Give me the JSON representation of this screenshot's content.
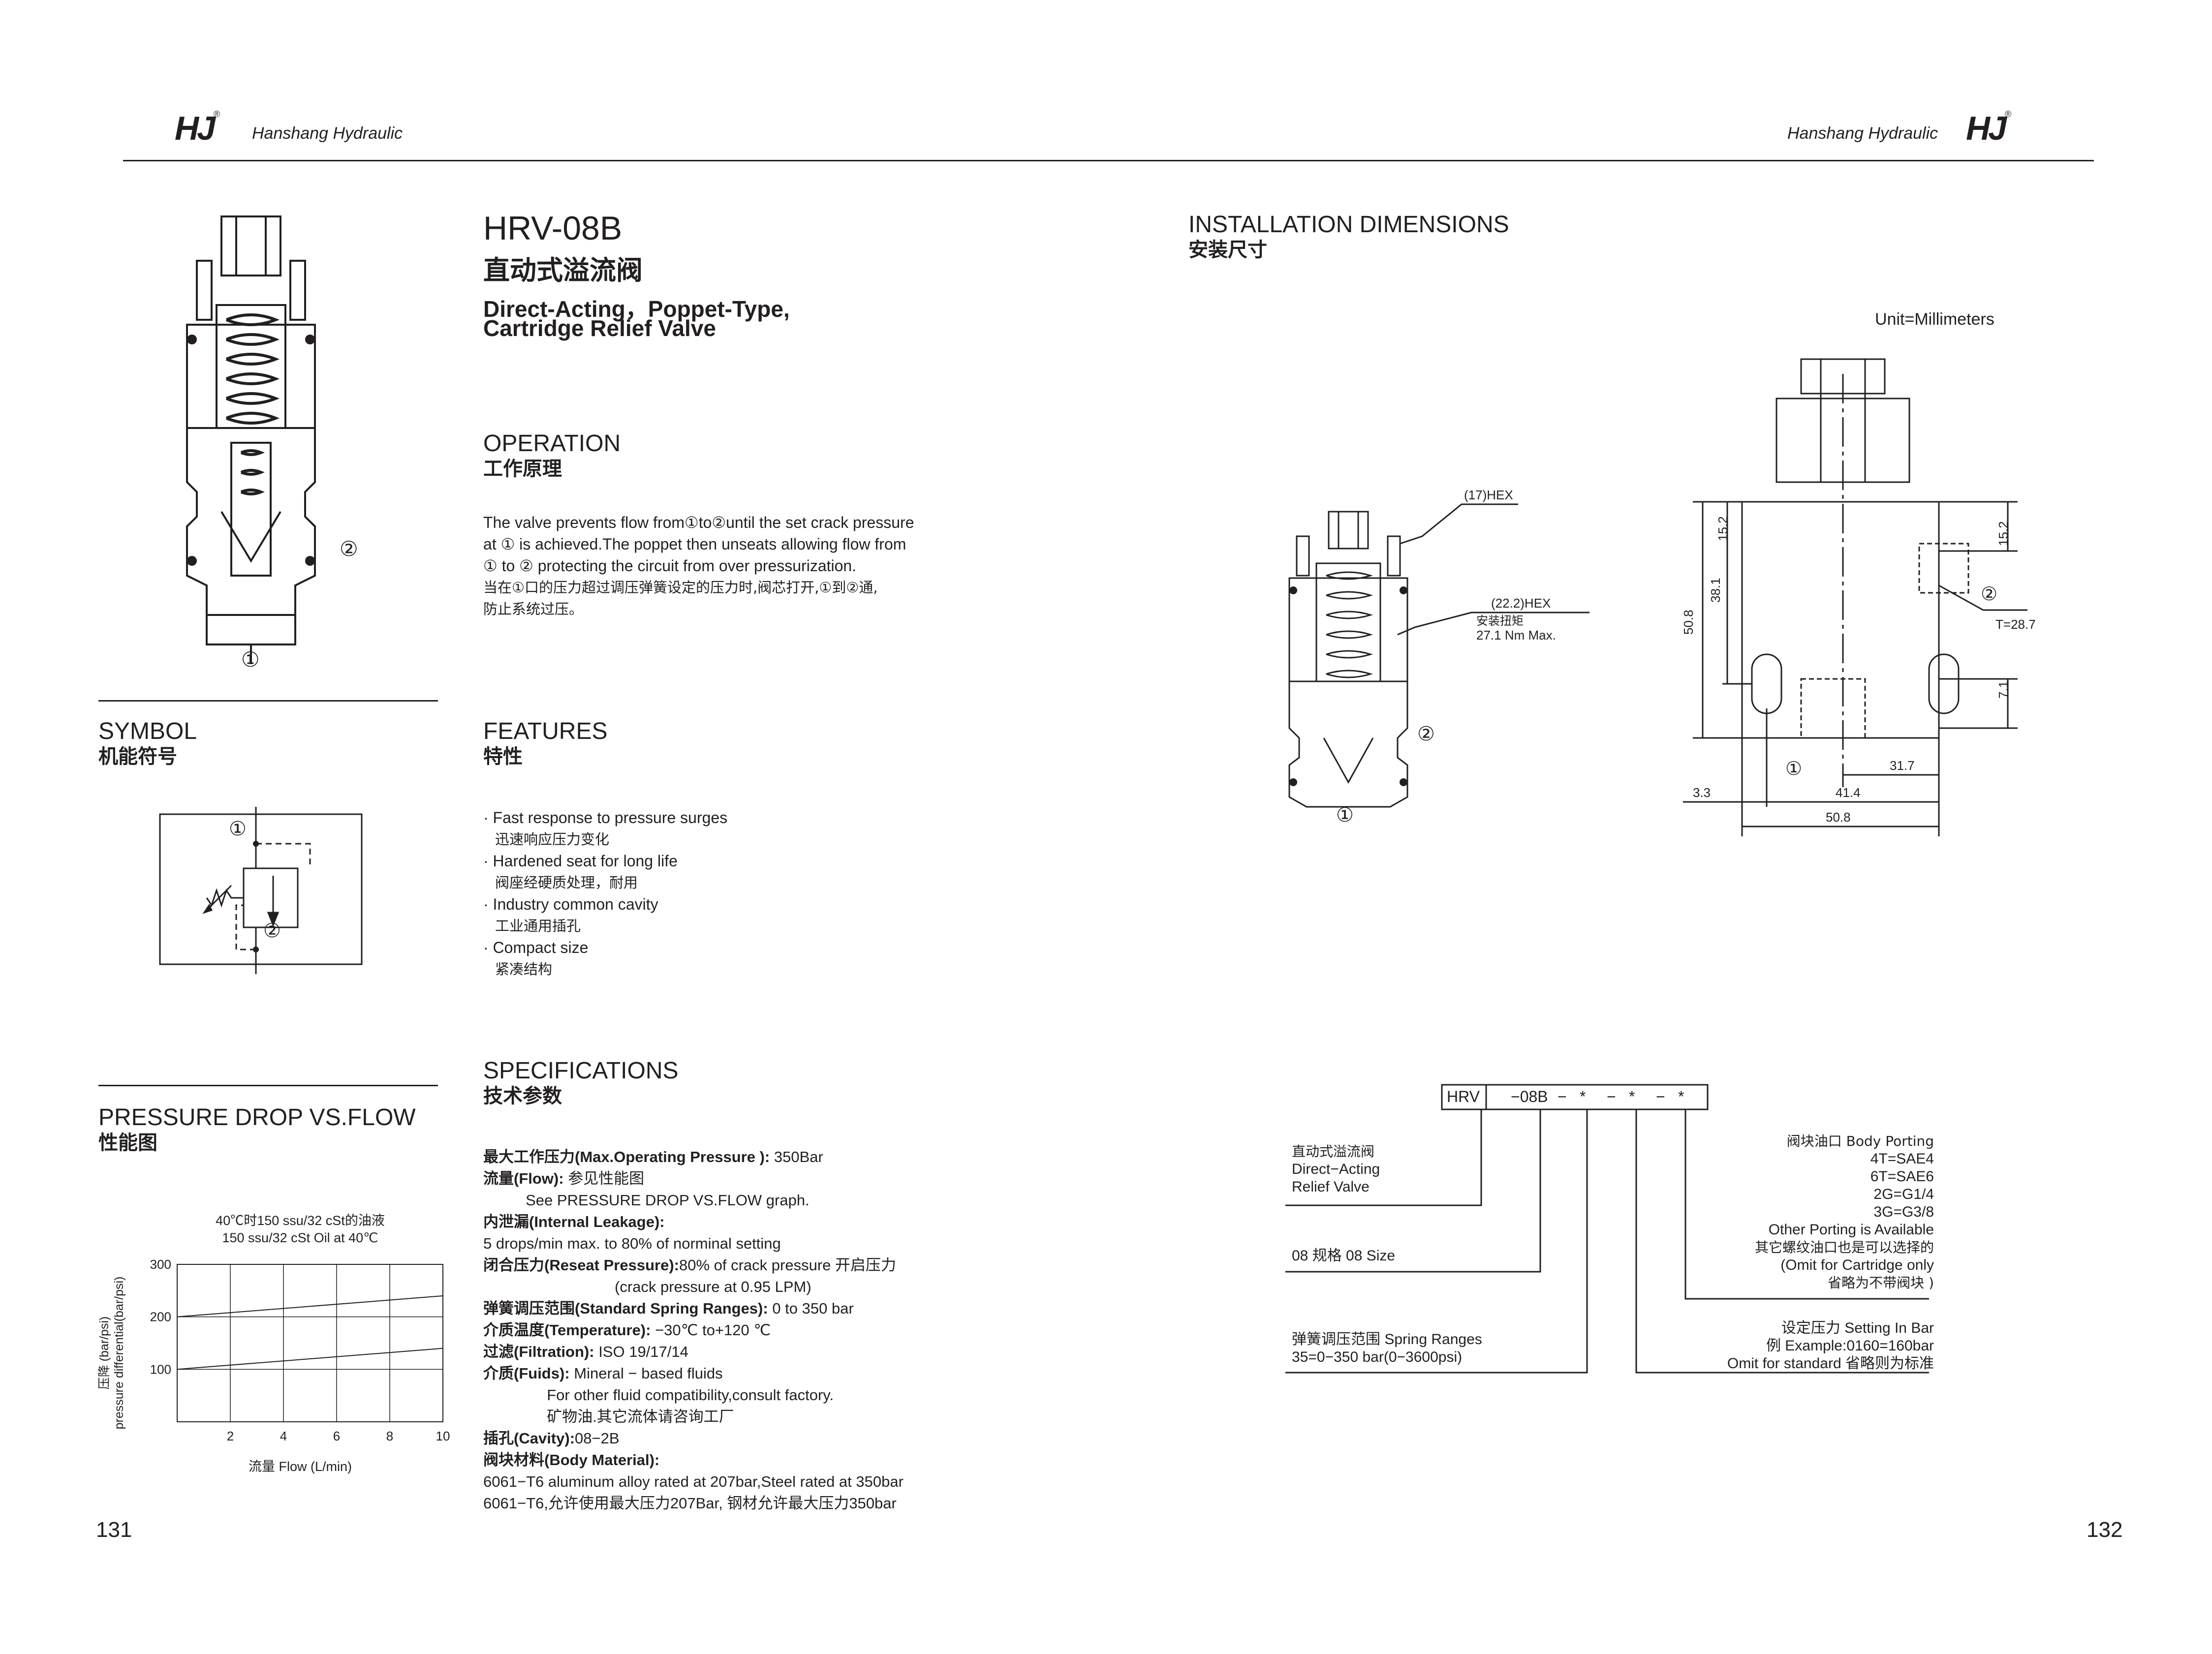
{
  "header": {
    "brand_left": "Hanshang Hydraulic",
    "brand_right": "Hanshang Hydraulic",
    "logo": "HJ",
    "logo_mark": "®"
  },
  "product": {
    "model": "HRV-08B",
    "name_zh": "直动式溢流阀",
    "name_en_line1": "Direct-Acting，Poppet-Type,",
    "name_en_line2": "Cartridge Relief Valve"
  },
  "operation": {
    "title": "OPERATION",
    "title_zh": "工作原理",
    "lines": [
      "The valve prevents flow from①to②until the set crack pressure",
      "at ① is achieved.The poppet then unseats allowing flow from",
      "① to ② protecting the circuit from over pressurization."
    ],
    "lines_zh": [
      "当在①口的压力超过调压弹簧设定的压力时,阀芯打开,①到②通,",
      "防止系统过压。"
    ]
  },
  "symbol": {
    "title": "SYMBOL",
    "title_zh": "机能符号",
    "port1": "①",
    "port2": "②"
  },
  "features": {
    "title": "FEATURES",
    "title_zh": "特性",
    "items": [
      {
        "en": "· Fast response to pressure surges",
        "zh": "迅速响应压力变化"
      },
      {
        "en": "· Hardened seat for long life",
        "zh": "阀座经硬质处理，耐用"
      },
      {
        "en": "· Industry common cavity",
        "zh": "工业通用插孔"
      },
      {
        "en": "· Compact size",
        "zh": "紧凑结构"
      }
    ]
  },
  "specifications": {
    "title": "SPECIFICATIONS",
    "title_zh": "技术参数",
    "rows": [
      {
        "label": "最大工作压力(Max.Operating Pressure ): ",
        "value": "350Bar"
      },
      {
        "label": "流量(Flow): ",
        "value": "参见性能图"
      },
      {
        "label": "",
        "value": "          See PRESSURE DROP VS.FLOW graph."
      },
      {
        "label": "内泄漏(Internal Leakage):",
        "value": ""
      },
      {
        "label": "",
        "value": "5 drops/min max. to 80% of norminal setting"
      },
      {
        "label": "闭合压力(Reseat Pressure):",
        "value": "80% of crack pressure 开启压力"
      },
      {
        "label": "",
        "value": "                               (crack pressure at 0.95 LPM)"
      },
      {
        "label": "弹簧调压范围(Standard Spring Ranges): ",
        "value": "0 to 350 bar"
      },
      {
        "label": "介质温度(Temperature): ",
        "value": "−30℃ to+120 ℃"
      },
      {
        "label": "过滤(Filtration): ",
        "value": "ISO 19/17/14"
      },
      {
        "label": "介质(Fuids): ",
        "value": "Mineral − based fluids"
      },
      {
        "label": "",
        "value": "               For other fluid compatibility,consult factory."
      },
      {
        "label": "",
        "value": "               矿物油.其它流体请咨询工厂"
      },
      {
        "label": "插孔(Cavity):",
        "value": "08−2B"
      },
      {
        "label": "阀块材料(Body Material):",
        "value": ""
      },
      {
        "label": "",
        "value": "6061−T6 aluminum alloy rated at 207bar,Steel rated at 350bar"
      },
      {
        "label": "",
        "value": "6061−T6,允许使用最大压力207Bar, 钢材允许最大压力350bar"
      }
    ]
  },
  "pressure_drop": {
    "title": "PRESSURE DROP VS.FLOW",
    "title_zh": "性能图"
  },
  "chart_data": {
    "type": "line",
    "title": "40℃时150 ssu/32 cSt的油液",
    "subtitle": "150 ssu/32 cSt Oil at 40℃",
    "xlabel": "流量 Flow (L/min)",
    "ylabel_zh": "压降 (bar/psi)",
    "ylabel": "pressure differential(bar/psi)",
    "xlim": [
      0,
      10
    ],
    "ylim": [
      0,
      300
    ],
    "xticks": [
      "2",
      "4",
      "6",
      "8",
      "10"
    ],
    "yticks": [
      "100",
      "200",
      "300"
    ],
    "grid": true,
    "series": [
      {
        "x": [
          0,
          10
        ],
        "values": [
          200,
          240
        ]
      },
      {
        "x": [
          0,
          10
        ],
        "values": [
          100,
          140
        ]
      }
    ]
  },
  "installation": {
    "title": "INSTALLATION DIMENSIONS",
    "title_zh": "安装尺寸",
    "unit": "Unit=Millimeters",
    "hex17": "(17)HEX",
    "hex22": "(22.2)HEX",
    "torque_zh": "安装扭矩",
    "torque": "27.1 Nm Max.",
    "dims": {
      "d15_2": "15.2",
      "d38_1": "38.1",
      "d50_8v": "50.8",
      "t28_7": "T=28.7",
      "d7_1": "7.1",
      "d31_7": "31.7",
      "d3_3": "3.3",
      "d41_4": "41.4",
      "d50_8h": "50.8"
    },
    "port1": "①",
    "port2": "②"
  },
  "ordering": {
    "code": [
      "HRV",
      "−08B",
      "−",
      "*",
      "−",
      "*",
      "−",
      "*"
    ],
    "desc_zh": "直动式溢流阀",
    "desc_en1": "Direct−Acting",
    "desc_en2": "Relief Valve",
    "size": "08 规格 08 Size",
    "spring_zh": "弹簧调压范围 Spring Ranges",
    "spring": "35=0−350 bar(0−3600psi)",
    "porting_title": "阀块油口 Body Porting",
    "porting": [
      "4T=SAE4",
      "6T=SAE6",
      "2G=G1/4",
      "3G=G3/8"
    ],
    "other1": "Other Porting is Available",
    "other2": "其它螺纹油口也是可以选择的",
    "other3": "(Omit for Cartridge only",
    "other4": "省略为不带阀块 )",
    "setting1": "设定压力 Setting In Bar",
    "setting2": "例 Example:0160=160bar",
    "setting3": "Omit for standard 省略则为标准"
  },
  "pages": {
    "left": "131",
    "right": "132"
  }
}
